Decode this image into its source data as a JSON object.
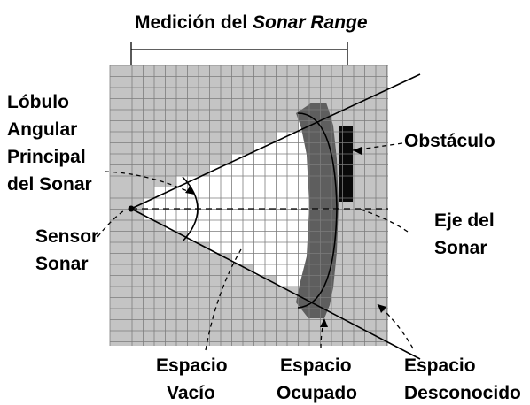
{
  "title": {
    "prefix": "Medición del ",
    "italic": "Sonar Range"
  },
  "labels": {
    "lobulo": [
      "Lóbulo",
      "Angular",
      "Principal",
      "del Sonar"
    ],
    "obstaculo": "Obstáculo",
    "sensor": [
      "Sensor",
      "Sonar"
    ],
    "eje": [
      "Eje del",
      "Sonar"
    ],
    "vacio": [
      "Espacio",
      "Vacío"
    ],
    "ocupado": [
      "Espacio",
      "Ocupado"
    ],
    "desconocido": [
      "Espacio",
      "Desconocido"
    ]
  },
  "colors": {
    "unknown": "#c4c4c4",
    "grid_line": "#7d7d7d",
    "empty": "#ffffff",
    "occupied": "#5e5e5e",
    "obstacle": "#0a0a0a",
    "line": "#000000"
  }
}
